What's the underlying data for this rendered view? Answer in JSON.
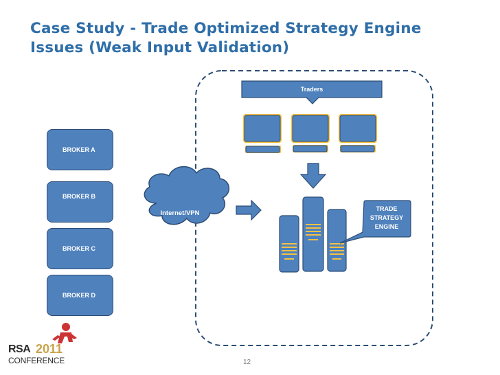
{
  "title": {
    "line1": "Case Study - Trade Optimized Strategy Engine",
    "line2": "Issues (Weak Input Validation)"
  },
  "brokers": [
    "BROKER A",
    "BROKER B",
    "BROKER C",
    "BROKER D"
  ],
  "network": {
    "label": "Internet/VPN"
  },
  "traders": {
    "label": "Traders"
  },
  "engine": {
    "line1": "TRADE",
    "line2": "STRATEGY",
    "line3": "ENGINE"
  },
  "footer": {
    "page_number": "12"
  },
  "logo": {
    "brand": "RSA",
    "year": "2011",
    "event": "CONFERENCE"
  },
  "colors": {
    "title": "#2f6ea8",
    "shape_fill": "#4f81bd",
    "shape_border": "#2c4d75",
    "accent": "#f5c242"
  }
}
